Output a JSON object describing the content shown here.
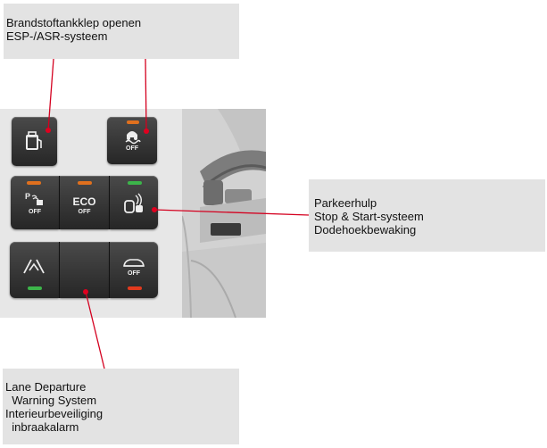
{
  "labels": {
    "top_left": [
      "Brandstoftankklep openen",
      "ESP-/ASR-systeem"
    ],
    "right": [
      "Parkeerhulp",
      "Stop & Start-systeem",
      "Dodehoekbewaking"
    ],
    "bottom_left": [
      "Lane Departure",
      "  Warning System",
      "Interieurbeveiliging",
      "  inbraakalarm"
    ]
  },
  "buttons": {
    "fuel_flap": {
      "icon": "fuel-flap-icon"
    },
    "esp": {
      "icon": "esp-off-icon",
      "text": "OFF",
      "led": "#e0701e"
    },
    "park_assist": {
      "icon": "park-assist-icon",
      "text": "OFF",
      "led": "#e0701e"
    },
    "eco": {
      "text": "ECO",
      "subtext": "OFF",
      "led": "#e0701e"
    },
    "blind_spot": {
      "icon": "blind-spot-icon",
      "led": "#3cb54a"
    },
    "lane_departure": {
      "icon": "lane-departure-icon",
      "led": "#3cb54a"
    },
    "alarm": {
      "icon": "alarm-icon"
    },
    "alarm_off": {
      "icon": "car-alarm-off-icon",
      "text": "OFF",
      "led": "#e23a1e"
    }
  },
  "colors": {
    "callout_line": "#d4001f",
    "callout_dot": "#e0001f",
    "label_bg": "#e3e3e3"
  }
}
